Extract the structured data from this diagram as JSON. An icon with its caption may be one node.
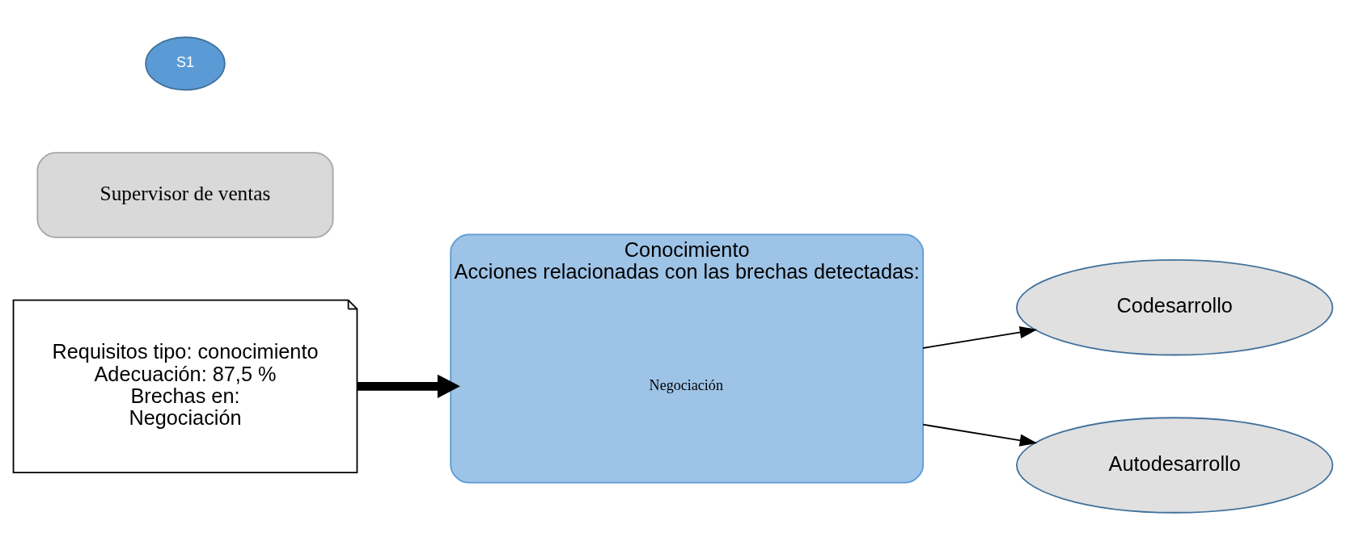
{
  "diagram": {
    "nodes": [
      {
        "text": [
          "S1"
        ]
      },
      {
        "text": [
          "Supervisor de ventas"
        ]
      },
      {
        "text": [
          "Requisitos tipo: conocimiento",
          "Adecuación: 87,5 %",
          "Brechas en:",
          "Negociación"
        ]
      },
      {
        "text": [
          "Conocimiento",
          "Acciones relacionadas con las brechas detectadas:"
        ]
      },
      {
        "text": [
          "Negociación"
        ],
        "in": 3
      },
      {
        "text": [
          "Codesarrollo"
        ]
      },
      {
        "text": [
          "Autodesarrollo"
        ]
      }
    ],
    "edges": [
      {
        "from": 2,
        "to": 3,
        "arrow": "to",
        "style": "thick"
      },
      {
        "from": 3,
        "to": 5,
        "arrow": "to"
      },
      {
        "from": 3,
        "to": 6,
        "arrow": "to"
      }
    ]
  }
}
